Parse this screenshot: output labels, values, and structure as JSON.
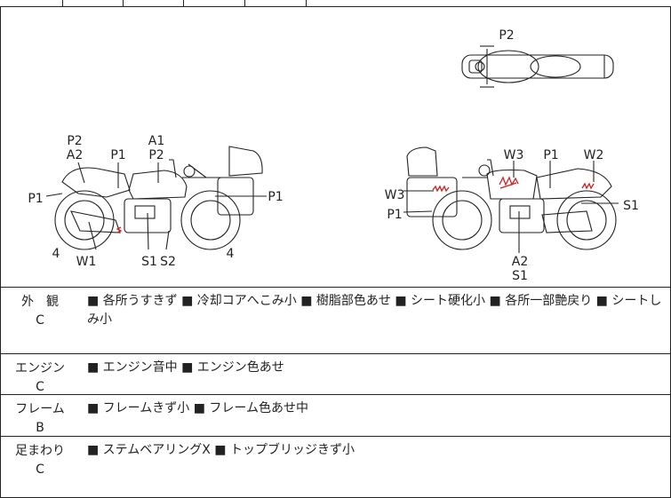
{
  "diagram": {
    "top_view_labels": [
      "P2"
    ],
    "left_view_labels": [
      "P2",
      "A2",
      "P1",
      "P1",
      "A1",
      "P2",
      "P1",
      "4",
      "W1",
      "S1",
      "S2",
      "4"
    ],
    "right_view_labels": [
      "W3",
      "P1",
      "W2",
      "W3",
      "P1",
      "S1",
      "A2",
      "S1"
    ]
  },
  "sections": [
    {
      "name": "外　観",
      "grade": "C",
      "description": "■ 各所うすきず ■ 冷却コアへこみ小 ■ 樹脂部色あせ ■ シート硬化小 ■ 各所一部艶戻り ■ シートしみ小"
    },
    {
      "name": "エンジン",
      "grade": "C",
      "description": "■ エンジン音中 ■ エンジン色あせ"
    },
    {
      "name": "フレーム",
      "grade": "B",
      "description": "■ フレームきず小 ■ フレーム色あせ中"
    },
    {
      "name": "足まわり",
      "grade": "C",
      "description": "■ ステムベアリングX ■ トップブリッジきず小"
    }
  ],
  "colors": {
    "line": "#222222",
    "damage_mark": "#d42020"
  }
}
